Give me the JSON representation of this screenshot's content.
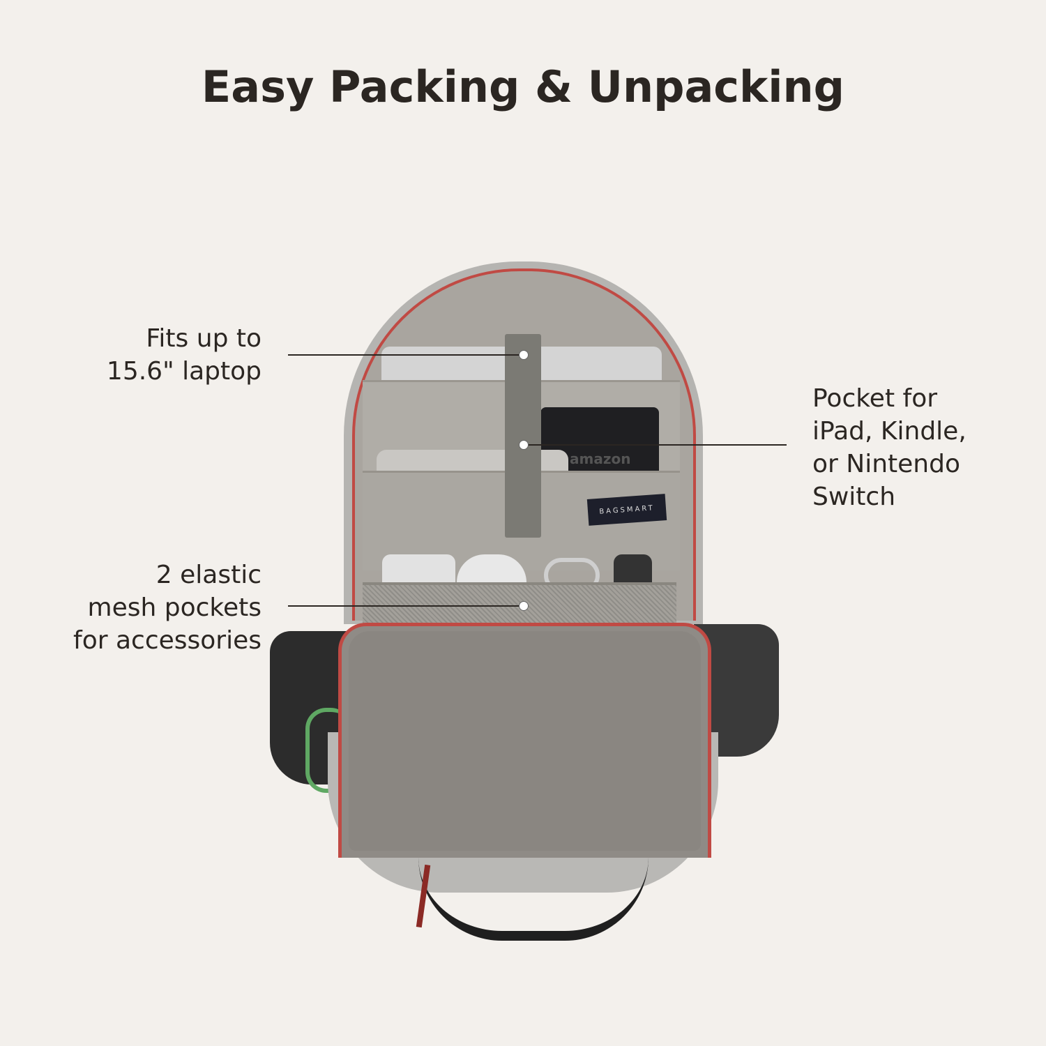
{
  "title": "Easy Packing & Unpacking",
  "callouts": {
    "laptop": [
      "Fits up to",
      "15.6\" laptop"
    ],
    "tablet": [
      "Pocket for",
      "iPad, Kindle,",
      "or Nintendo",
      "Switch"
    ],
    "mesh": [
      "2 elastic",
      "mesh pockets",
      "for accessories"
    ]
  },
  "product": {
    "brand_label": "BAGSMART",
    "device_label": "amazon"
  },
  "colors": {
    "background": "#f3f0ec",
    "text": "#2b2622",
    "lining": "#a9a59f",
    "zipper_trim": "#c04a44",
    "accent_green": "#5fa863"
  }
}
